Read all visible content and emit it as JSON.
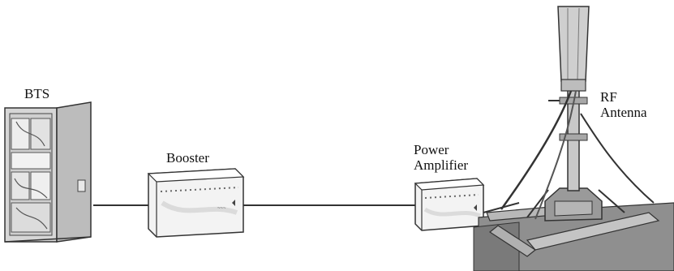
{
  "labels": {
    "bts": "BTS",
    "booster": "Booster",
    "power_amplifier_line1": "Power",
    "power_amplifier_line2": "Amplifier",
    "antenna_line1": "RF",
    "antenna_line2": "Antenna"
  },
  "colors": {
    "stroke": "#333333",
    "cabinet_fill": "#d8d8d8",
    "door_fill": "#bdbdbd",
    "box_fill": "#f4f4f4",
    "base_fill": "#9a9a9a",
    "ground_fill": "#8c8c8c"
  },
  "icons": {
    "bts": "bts-cabinet-icon",
    "booster": "booster-unit-icon",
    "power_amplifier": "power-amplifier-unit-icon",
    "antenna": "rf-antenna-mast-icon"
  }
}
